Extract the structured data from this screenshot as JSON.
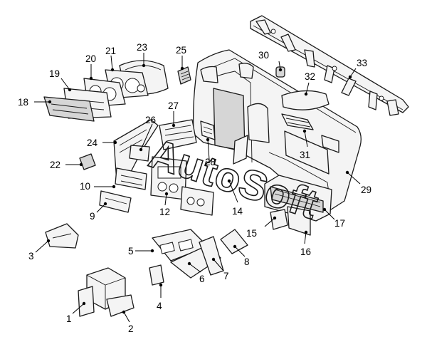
{
  "watermark": "AutoSoft",
  "colors": {
    "line": "#1a1a1a",
    "fill": "#f4f4f4",
    "shade": "#d6d6d6"
  },
  "callouts": [
    "1",
    "2",
    "3",
    "4",
    "5",
    "6",
    "7",
    "8",
    "9",
    "10",
    "12",
    "14",
    "15",
    "16",
    "17",
    "18",
    "19",
    "20",
    "21",
    "22",
    "23",
    "24",
    "25",
    "26",
    "27",
    "28",
    "29",
    "30",
    "31",
    "32",
    "33"
  ]
}
